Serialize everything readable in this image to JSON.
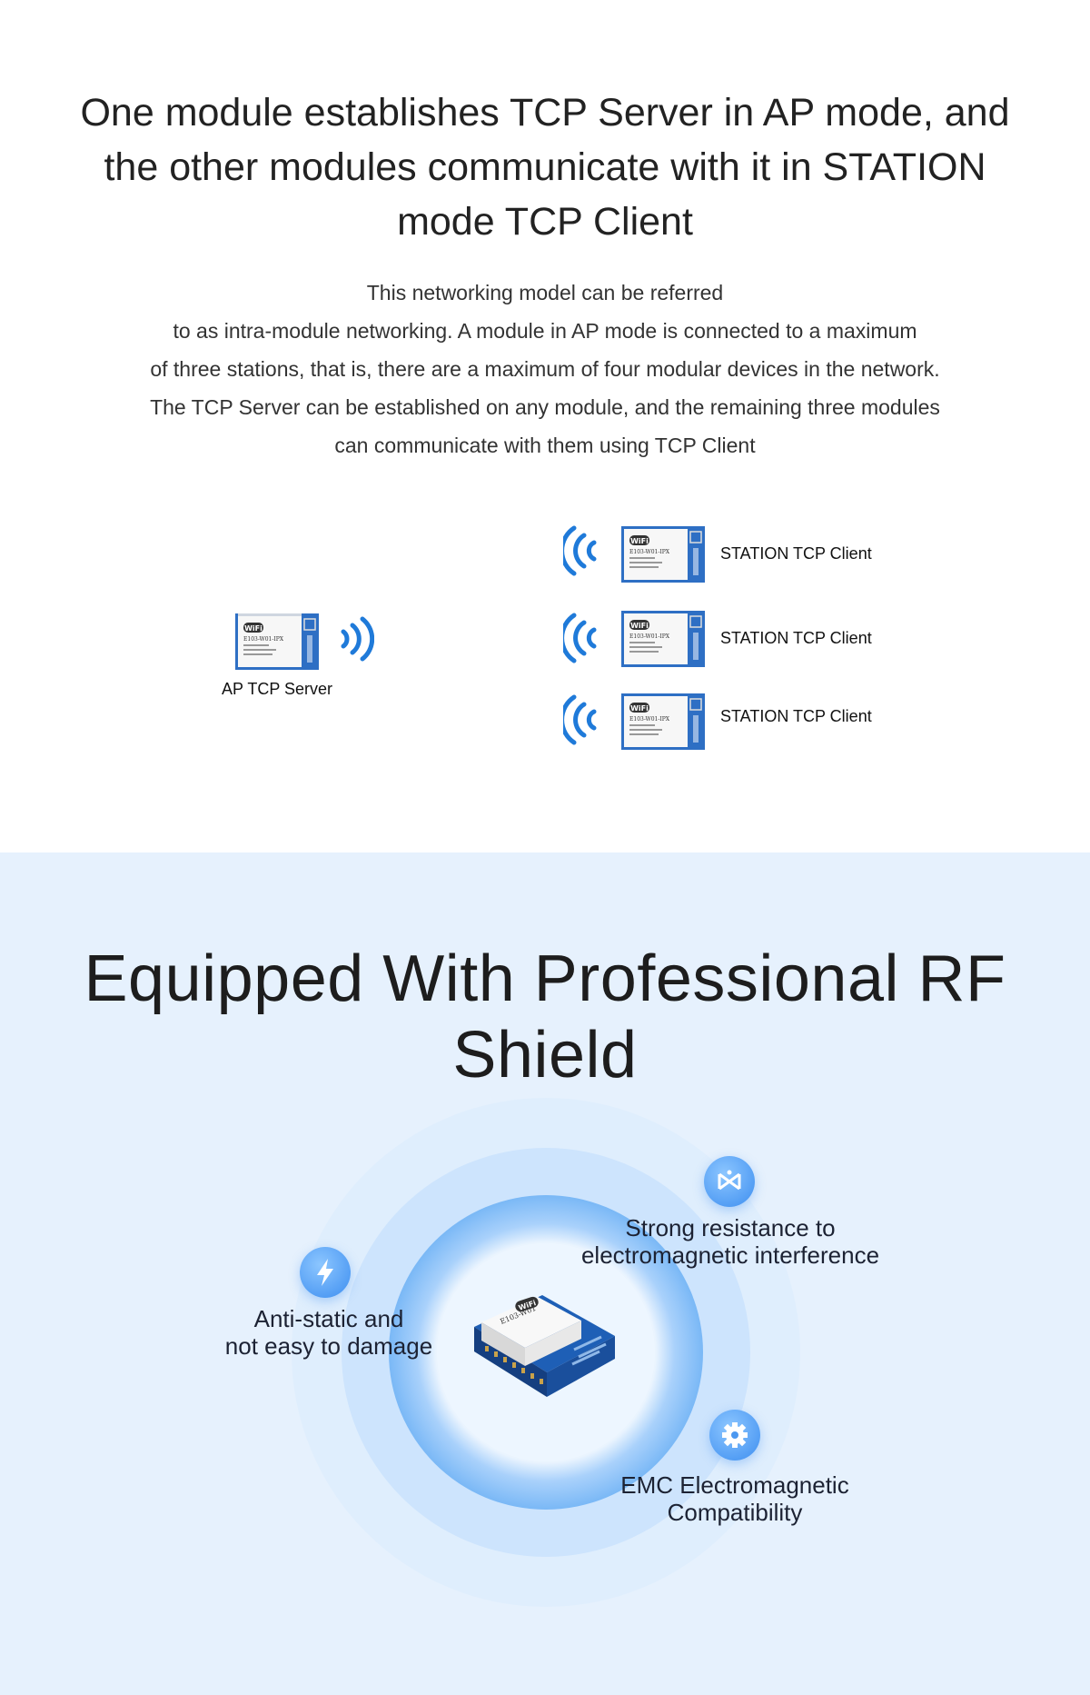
{
  "networking": {
    "title_lines": [
      "One module establishes TCP Server in AP mode, and",
      "the other modules communicate with it in STATION",
      "mode TCP Client"
    ],
    "description_lines": [
      "This networking model can be referred",
      "to as intra-module networking. A module in AP mode is connected to a maximum",
      "of three stations, that is, there are a maximum of four modular devices in the network.",
      "The TCP Server can be established on any module, and the remaining three modules",
      "can communicate with them using TCP Client"
    ],
    "ap_label": "AP TCP Server",
    "station_labels": [
      "STATION TCP Client",
      "STATION TCP Client",
      "STATION TCP Client"
    ],
    "module_chip": {
      "wifi_badge": "WiFi",
      "model": "E103-W01-IPX"
    }
  },
  "shield": {
    "title": "Equipped With Professional RF Shield",
    "features": [
      {
        "lines": [
          "Strong resistance to",
          "electromagnetic interference"
        ],
        "icon": "bowtie-icon"
      },
      {
        "lines": [
          "Anti-static and",
          "not easy to damage"
        ],
        "icon": "lightning-icon"
      },
      {
        "lines": [
          "EMC Electromagnetic",
          "Compatibility"
        ],
        "icon": "gear-icon"
      }
    ],
    "chip": {
      "wifi_badge": "WiFi",
      "model": "E103-W01"
    }
  },
  "colors": {
    "accent_blue": "#1f7ad9",
    "section_bg": "#e6f1fd",
    "ring_blue": "#6fb0f5"
  }
}
